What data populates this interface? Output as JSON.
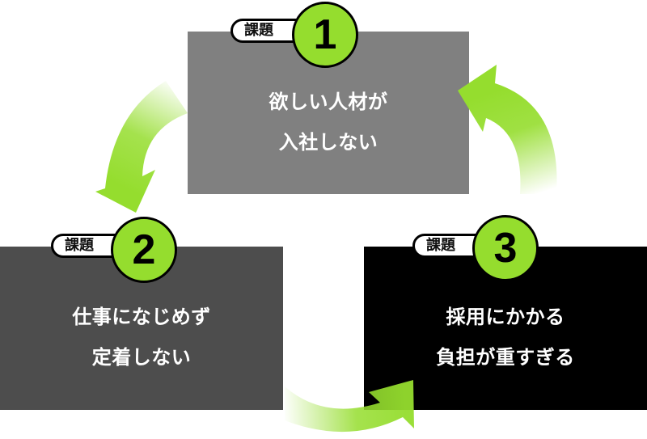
{
  "diagram": {
    "type": "cycle",
    "badge_label": "課題",
    "accent_color": "#95dd2e",
    "issues": [
      {
        "number": "1",
        "label": "課題",
        "line1": "欲しい人材が",
        "line2": "入社しない",
        "box_color": "#808080"
      },
      {
        "number": "2",
        "label": "課題",
        "line1": "仕事になじめず",
        "line2": "定着しない",
        "box_color": "#4d4d4d"
      },
      {
        "number": "3",
        "label": "課題",
        "line1": "採用にかかる",
        "line2": "負担が重すぎる",
        "box_color": "#000000"
      }
    ],
    "flow": [
      "1 → 2",
      "2 → 3",
      "3 → 1"
    ]
  }
}
